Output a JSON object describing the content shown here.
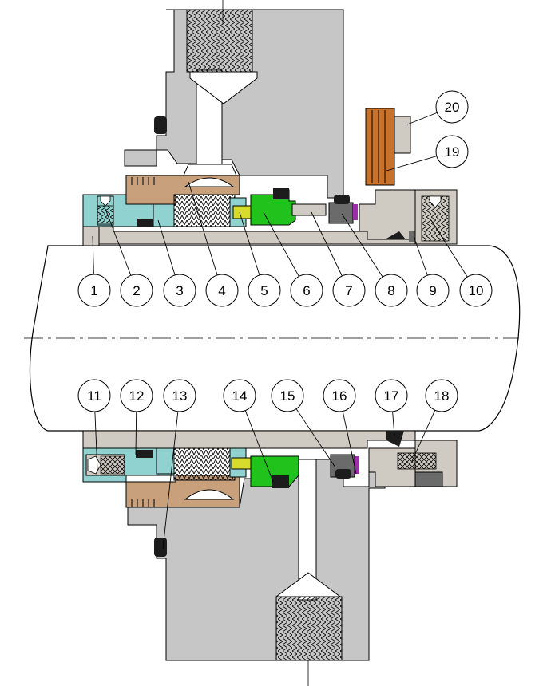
{
  "diagram": {
    "colors": {
      "housing": "#c6c6c6",
      "shaft": "#ffffff",
      "sleeve": "#cfcac2",
      "gland": "#8fd2d0",
      "bronze": "#c9a07c",
      "copper": "#c8732d",
      "green": "#22c21c",
      "yellow": "#d7db2c",
      "black": "#1c1c1c",
      "dark_gray": "#6b6b6b",
      "purple": "#9b2fa5",
      "line": "#000000"
    },
    "callouts_upper": [
      "1",
      "2",
      "3",
      "4",
      "5",
      "6",
      "7",
      "8",
      "9",
      "10"
    ],
    "callouts_lower": [
      "11",
      "12",
      "13",
      "14",
      "15",
      "16",
      "17",
      "18"
    ],
    "callouts_right": [
      "19",
      "20"
    ]
  }
}
